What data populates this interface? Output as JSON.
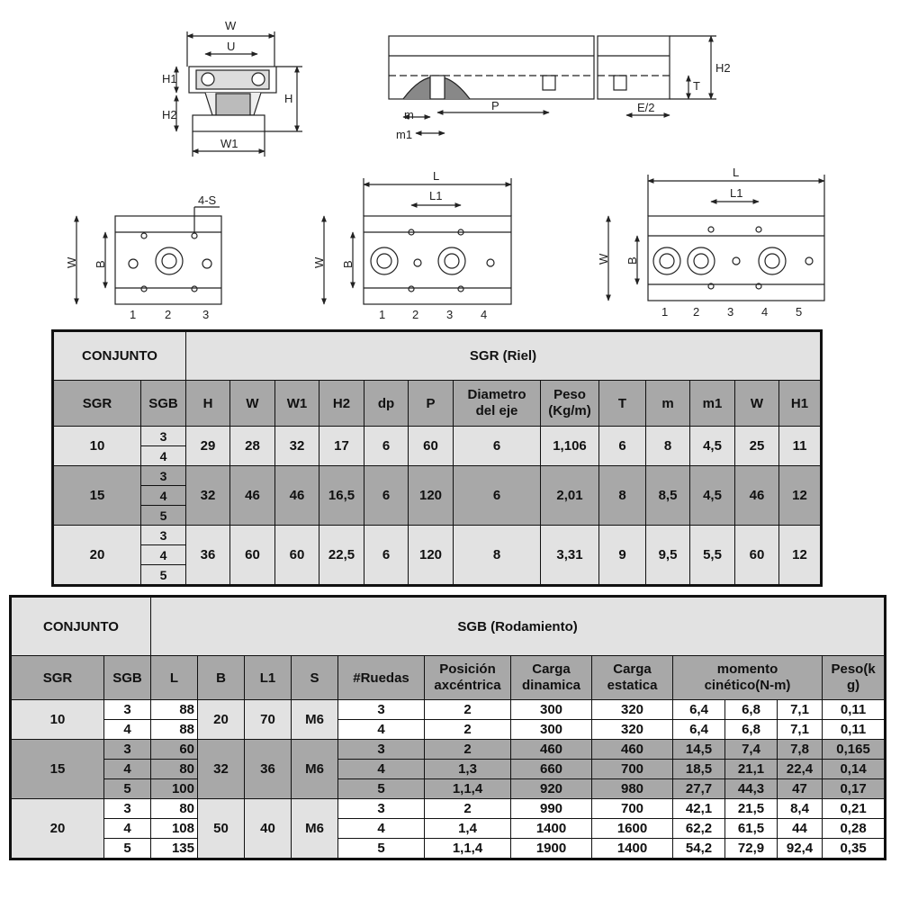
{
  "drawings": {
    "cross_section": {
      "W": "W",
      "U": "U",
      "H1": "H1",
      "H2": "H2",
      "H": "H",
      "W1": "W1"
    },
    "rail_side": {
      "m": "m",
      "m1": "m1",
      "P": "P",
      "E2": "E/2",
      "T": "T",
      "H2": "H2"
    },
    "top_views": {
      "four_s": "4-S",
      "W": "W",
      "B": "B",
      "L": "L",
      "L1": "L1",
      "plan1_numbers": [
        "1",
        "2",
        "3"
      ],
      "plan2_numbers": [
        "1",
        "2",
        "3",
        "4"
      ],
      "plan3_numbers": [
        "1",
        "2",
        "3",
        "4",
        "5"
      ]
    }
  },
  "table_riel": {
    "conjunto": "CONJUNTO",
    "title": "SGR (Riel)",
    "headers": [
      "SGR",
      "SGB",
      "H",
      "W",
      "W1",
      "H2",
      "dp",
      "P",
      "Diametro\ndel eje",
      "Peso\n(Kg/m)",
      "T",
      "m",
      "m1",
      "W",
      "H1"
    ],
    "groups": [
      {
        "sgr": "10",
        "sgb": [
          "3",
          "4"
        ],
        "values": [
          "29",
          "28",
          "32",
          "17",
          "6",
          "60",
          "6",
          "1,106",
          "6",
          "8",
          "4,5",
          "25",
          "11"
        ]
      },
      {
        "sgr": "15",
        "sgb": [
          "3",
          "4",
          "5"
        ],
        "values": [
          "32",
          "46",
          "46",
          "16,5",
          "6",
          "120",
          "6",
          "2,01",
          "8",
          "8,5",
          "4,5",
          "46",
          "12"
        ]
      },
      {
        "sgr": "20",
        "sgb": [
          "3",
          "4",
          "5"
        ],
        "values": [
          "36",
          "60",
          "60",
          "22,5",
          "6",
          "120",
          "8",
          "3,31",
          "9",
          "9,5",
          "5,5",
          "60",
          "12"
        ]
      }
    ]
  },
  "table_rodamiento": {
    "conjunto": "CONJUNTO",
    "title": "SGB (Rodamiento)",
    "headers": [
      "SGR",
      "SGB",
      "L",
      "B",
      "L1",
      "S",
      "#Ruedas",
      "Posición\naxcéntrica",
      "Carga\ndinamica",
      "Carga\nestatica",
      "momento\ncinético(N-m)",
      "Peso(k\ng)"
    ],
    "groups": [
      {
        "sgr": "10",
        "B": "20",
        "L1": "70",
        "S": "M6",
        "rows": [
          {
            "sgb": "3",
            "L": "88",
            "ruedas": "3",
            "pos": "2",
            "din": "300",
            "est": "320",
            "mom": [
              "6,4",
              "6,8",
              "7,1"
            ],
            "peso": "0,11"
          },
          {
            "sgb": "4",
            "L": "88",
            "ruedas": "4",
            "pos": "2",
            "din": "300",
            "est": "320",
            "mom": [
              "6,4",
              "6,8",
              "7,1"
            ],
            "peso": "0,11"
          }
        ]
      },
      {
        "sgr": "15",
        "B": "32",
        "L1": "36",
        "S": "M6",
        "rows": [
          {
            "sgb": "3",
            "L": "60",
            "ruedas": "3",
            "pos": "2",
            "din": "460",
            "est": "460",
            "mom": [
              "14,5",
              "7,4",
              "7,8"
            ],
            "peso": "0,165"
          },
          {
            "sgb": "4",
            "L": "80",
            "ruedas": "4",
            "pos": "1,3",
            "din": "660",
            "est": "700",
            "mom": [
              "18,5",
              "21,1",
              "22,4"
            ],
            "peso": "0,14"
          },
          {
            "sgb": "5",
            "L": "100",
            "ruedas": "5",
            "pos": "1,1,4",
            "din": "920",
            "est": "980",
            "mom": [
              "27,7",
              "44,3",
              "47"
            ],
            "peso": "0,17"
          }
        ]
      },
      {
        "sgr": "20",
        "B": "50",
        "L1": "40",
        "S": "M6",
        "rows": [
          {
            "sgb": "3",
            "L": "80",
            "ruedas": "3",
            "pos": "2",
            "din": "990",
            "est": "700",
            "mom": [
              "42,1",
              "21,5",
              "8,4"
            ],
            "peso": "0,21"
          },
          {
            "sgb": "4",
            "L": "108",
            "ruedas": "4",
            "pos": "1,4",
            "din": "1400",
            "est": "1600",
            "mom": [
              "62,2",
              "61,5",
              "44"
            ],
            "peso": "0,28"
          },
          {
            "sgb": "5",
            "L": "135",
            "ruedas": "5",
            "pos": "1,1,4",
            "din": "1900",
            "est": "1400",
            "mom": [
              "54,2",
              "72,9",
              "92,4"
            ],
            "peso": "0,35"
          }
        ]
      }
    ]
  }
}
